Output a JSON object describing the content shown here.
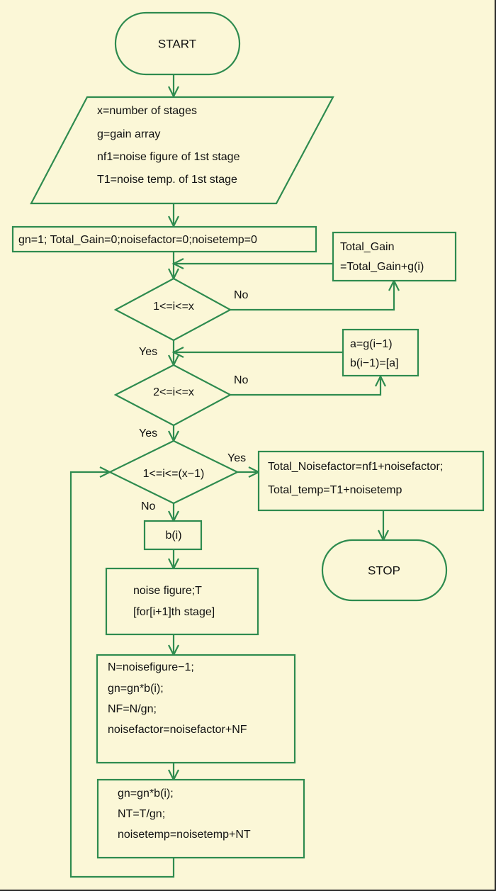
{
  "diagram": {
    "title": "Noise figure and noise temperature cascade flowchart",
    "background_color": "#fbf7d7",
    "stroke_color": "#2e8b4f",
    "text_color": "#111111"
  },
  "nodes": {
    "start": {
      "type": "terminator",
      "label": "START"
    },
    "input": {
      "type": "input-parallelogram",
      "lines": [
        "x=number of stages",
        "g=gain array",
        "nf1=noise figure of 1st stage",
        "T1=noise temp. of 1st stage"
      ]
    },
    "init": {
      "type": "process",
      "label": "gn=1; Total_Gain=0;noisefactor=0;noisetemp=0"
    },
    "total_gain": {
      "type": "process",
      "lines": [
        "Total_Gain",
        "=Total_Gain+g(i)"
      ]
    },
    "decision1": {
      "type": "decision",
      "label": "1<=i<=x"
    },
    "gain_prev": {
      "type": "process",
      "lines": [
        "a=g(i−1)",
        "b(i−1)=[a]"
      ]
    },
    "decision2": {
      "type": "decision",
      "label": "2<=i<=x"
    },
    "decision3": {
      "type": "decision",
      "label": "1<=i<=(x−1)"
    },
    "totals": {
      "type": "process",
      "lines": [
        "Total_Noisefactor=nf1+noisefactor;",
        "Total_temp=T1+noisetemp"
      ]
    },
    "stop": {
      "type": "terminator",
      "label": "STOP"
    },
    "bi": {
      "type": "process",
      "label": "b(i)"
    },
    "noise_fig": {
      "type": "process",
      "lines": [
        "noise figure;T",
        "[for[i+1]th stage]"
      ]
    },
    "calc_nf": {
      "type": "process",
      "lines": [
        "N=noisefigure−1;",
        "gn=gn*b(i);",
        "NF=N/gn;",
        "noisefactor=noisefactor+NF"
      ]
    },
    "calc_nt": {
      "type": "process",
      "lines": [
        "gn=gn*b(i);",
        "NT=T/gn;",
        "noisetemp=noisetemp+NT"
      ]
    }
  },
  "edge_labels": {
    "d1_no": "No",
    "d1_yes": "Yes",
    "d2_no": "No",
    "d2_yes": "Yes",
    "d3_yes": "Yes",
    "d3_no": "No"
  }
}
